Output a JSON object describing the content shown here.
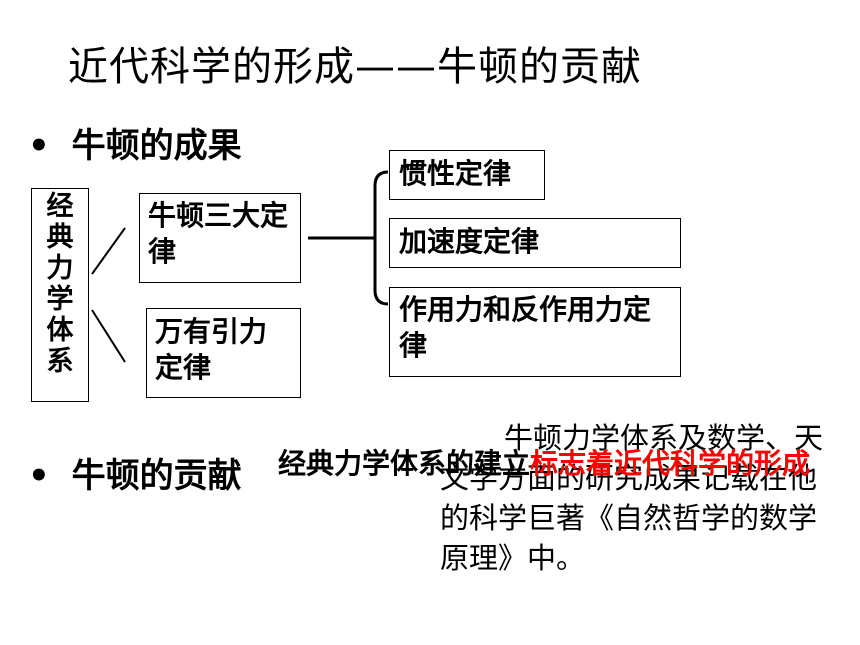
{
  "slide": {
    "title": "近代科学的形成——牛顿的贡献"
  },
  "bullets": {
    "marker": "•",
    "achievements": "牛顿的成果",
    "contributions": "牛顿的贡献"
  },
  "diagram": {
    "root": "经典力学体系",
    "three_laws": "牛顿三大定律",
    "gravitation": "万有引力定律",
    "laws": [
      "惯性定律",
      "加速度定律",
      "作用力和反作用力定律"
    ]
  },
  "contribution": {
    "black_part": "经典力学体系的建立",
    "red_part": "标志着近代科学的形成"
  },
  "note": {
    "text": "牛顿力学体系及数学、天文学方面的研究成果记载在他的科学巨著《自然哲学的数学原理》中。"
  }
}
